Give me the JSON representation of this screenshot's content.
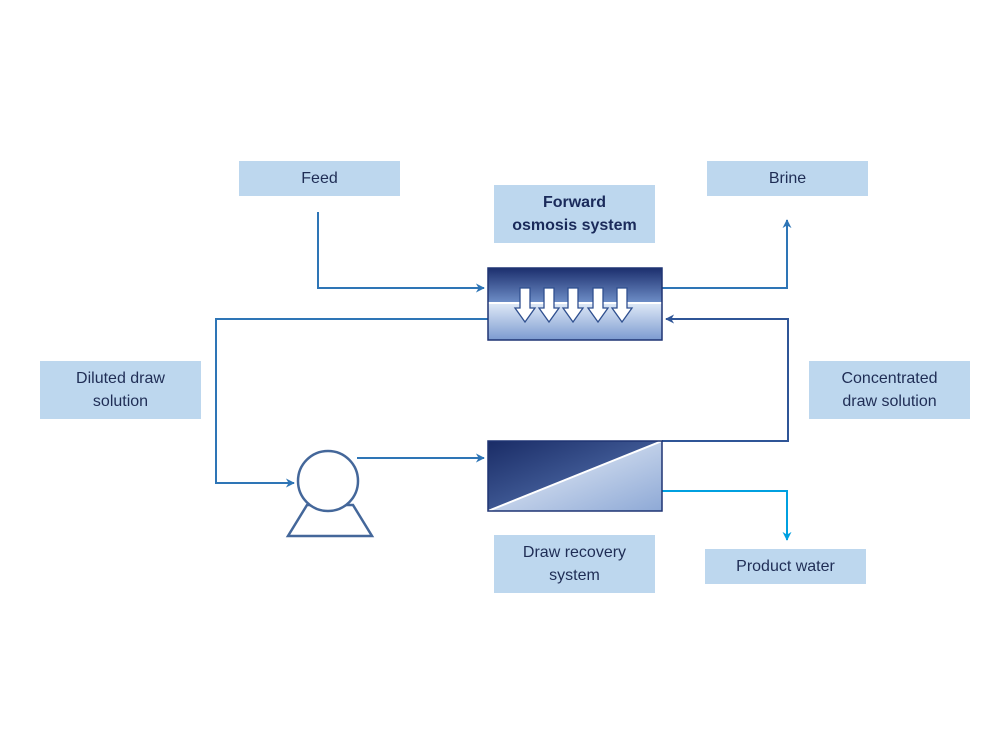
{
  "labels": {
    "feed": "Feed",
    "brine": "Brine",
    "fo_system": [
      "Forward",
      "osmosis system"
    ],
    "diluted_draw": [
      "Diluted draw",
      "solution"
    ],
    "concentrated_draw": [
      "Concentrated",
      "draw solution"
    ],
    "draw_recovery": [
      "Draw recovery",
      "system"
    ],
    "product_water": "Product water"
  },
  "colors": {
    "box_fill": "#bdd7ee",
    "text": "#1f2d55",
    "flow_blue": "#2e75b6",
    "flow_dark": "#2f5597",
    "flow_light": "#00a0e0",
    "pump": "#44679a",
    "module_dark": "#1f3473"
  }
}
